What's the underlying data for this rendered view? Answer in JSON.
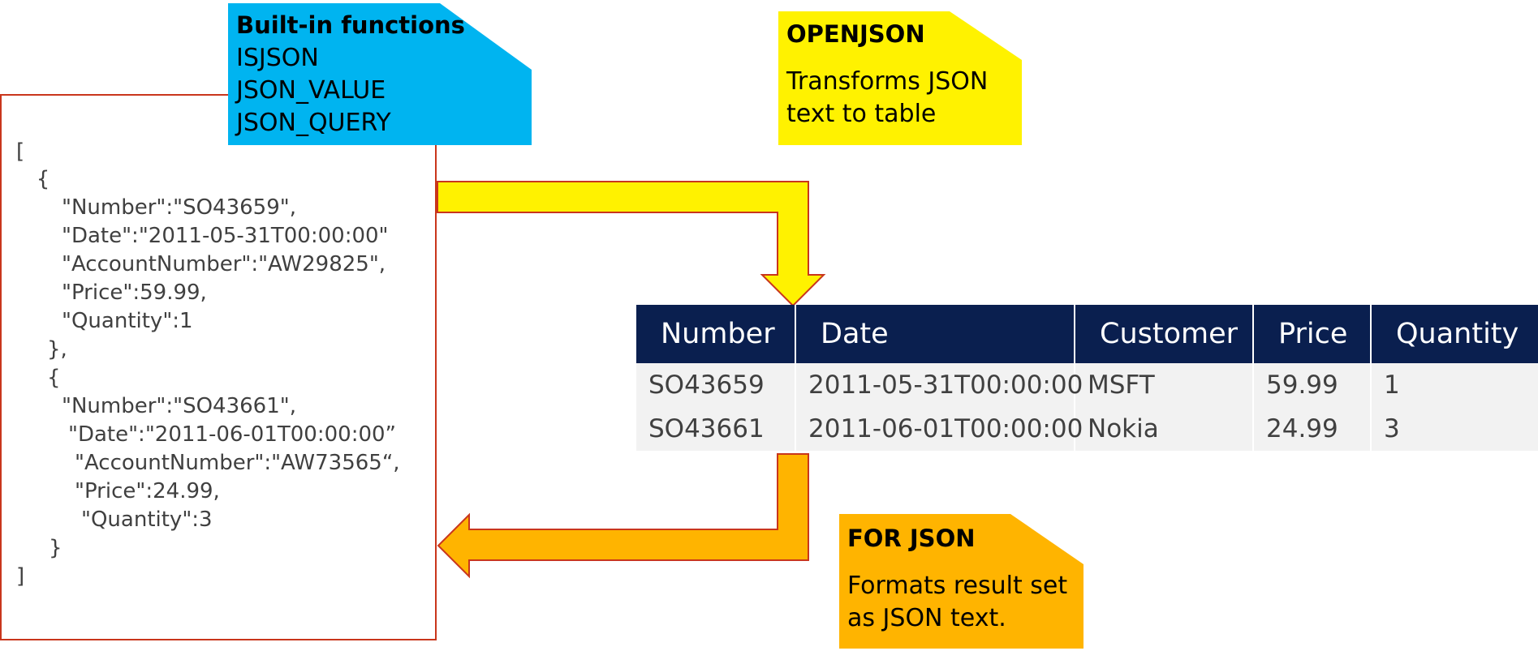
{
  "builtin_callout": {
    "title": "Built-in functions",
    "functions": [
      "ISJSON",
      "JSON_VALUE",
      "JSON_QUERY"
    ],
    "color": "#00b4f0"
  },
  "openjson_callout": {
    "title": "OPENJSON",
    "description_lines": [
      "Transforms JSON",
      "text to table"
    ],
    "color": "#fff200"
  },
  "forjson_callout": {
    "title": "FOR JSON",
    "description_lines": [
      "Formats result set",
      "as JSON text."
    ],
    "color": "#ffb400"
  },
  "json_text": {
    "lines": [
      "[",
      "   {",
      "\"Number\":\"SO43659\",",
      "\"Date\":\"2011-05-31T00:00:00\"",
      "\"AccountNumber\":\"AW29825\",",
      "\"Price\":59.99,",
      "\"Quantity\":1",
      "},",
      "{",
      "\"Number\":\"SO43661\",",
      "\"Date\":\"2011-06-01T00:00:00”",
      "\"AccountNumber\":\"AW73565“,",
      "\"Price\":24.99,",
      "\"Quantity\":3",
      "}",
      "]"
    ],
    "border_color": "#c9361c"
  },
  "result_table": {
    "columns": [
      "Number",
      "Date",
      "Customer",
      "Price",
      "Quantity"
    ],
    "rows": [
      [
        "SO43659",
        "2011-05-31T00:00:00",
        "MSFT",
        "59.99",
        "1"
      ],
      [
        "SO43661",
        "2011-06-01T00:00:00",
        "Nokia",
        "24.99",
        "3"
      ]
    ],
    "header_color": "#0a1f4f",
    "row_color": "#f2f2f2"
  },
  "arrows": {
    "to_table_color": "#fff200",
    "to_json_color": "#ffb400",
    "outline_color": "#c9361c"
  }
}
